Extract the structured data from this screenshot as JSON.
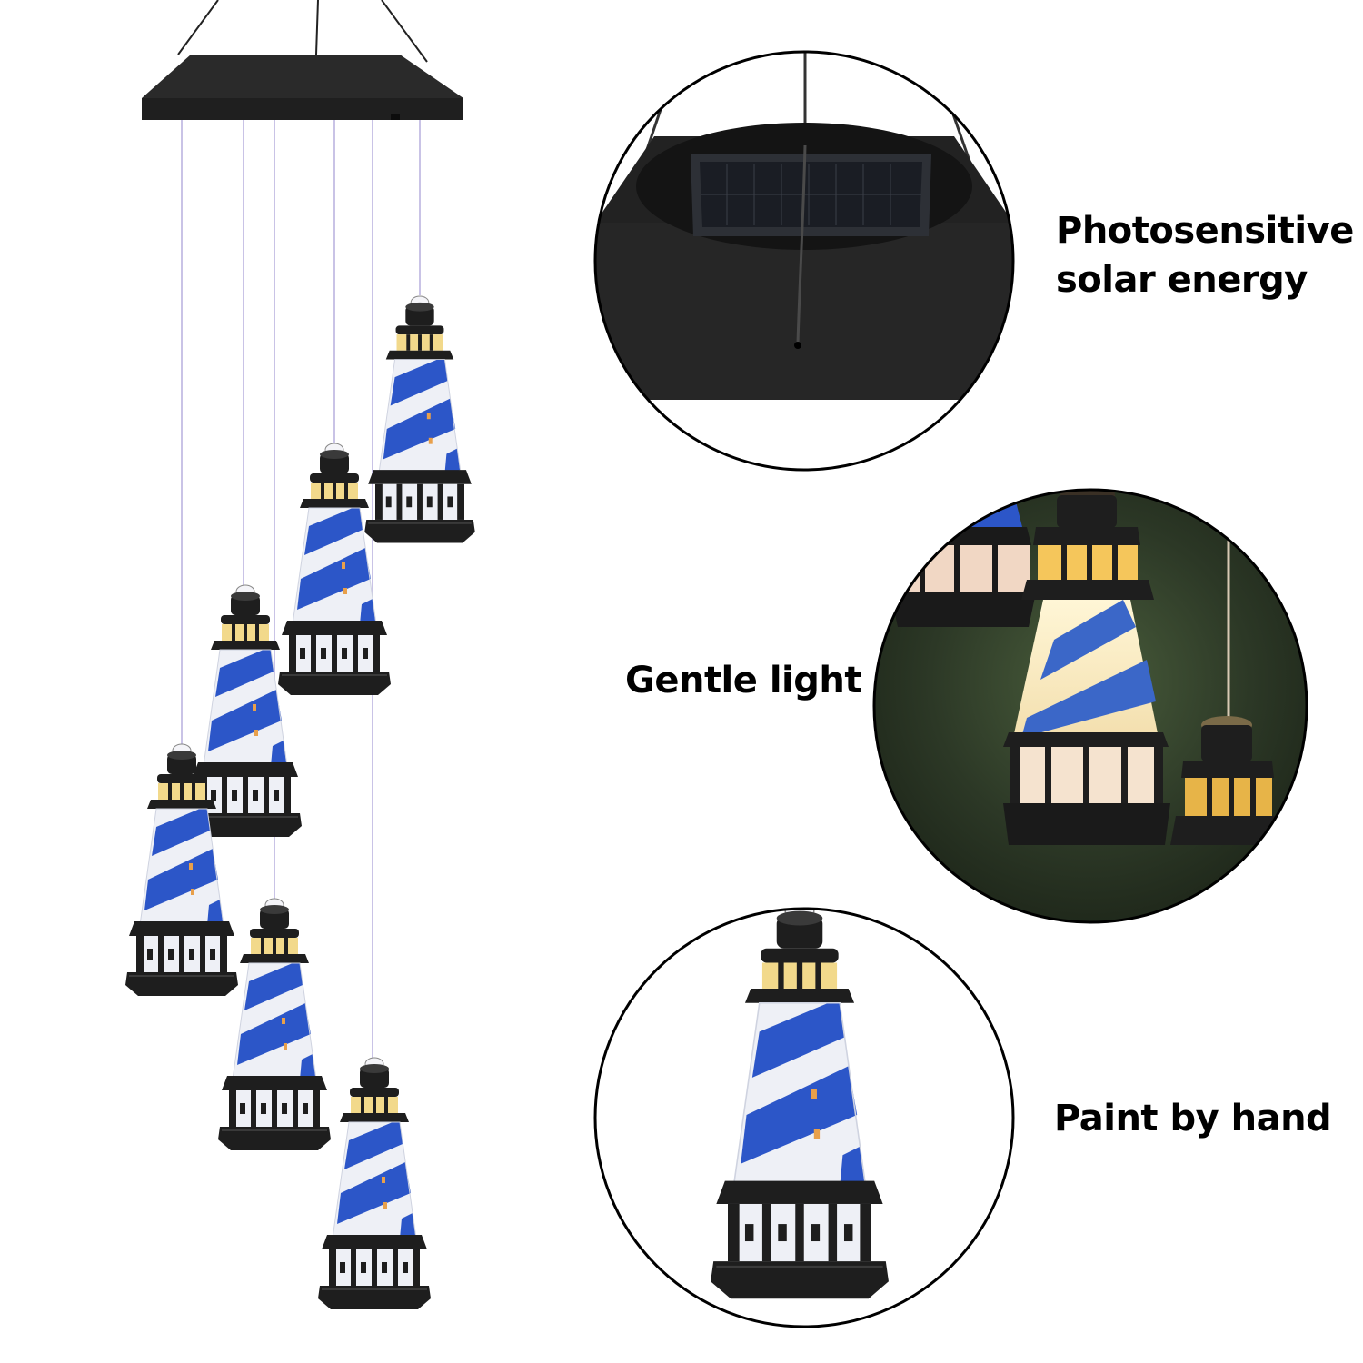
{
  "product": {
    "chime_count": 6,
    "colors": {
      "stripe_blue": "#2c56c8",
      "body_white": "#eef0f6",
      "cap_black": "#1e1e1e",
      "window_yellow": "#f2d98b",
      "glow_warm": "#f7e7b5",
      "night_background": "#2f3a2a",
      "string": "#c9c3e6"
    }
  },
  "features": [
    {
      "id": "solar",
      "lines": [
        "Photosensitive",
        "solar energy"
      ],
      "icon": "solar-panel-closeup"
    },
    {
      "id": "light",
      "label": "Gentle light",
      "icon": "glowing-lighthouse-closeup"
    },
    {
      "id": "paint",
      "label": "Paint by hand",
      "icon": "lighthouse-closeup"
    }
  ]
}
